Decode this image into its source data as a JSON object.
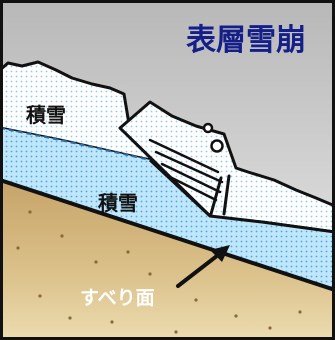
{
  "title": "表層雪崩",
  "labels": {
    "upper_snow": "積雪",
    "lower_snow": "積雪",
    "slip_surface": "すべり面"
  },
  "colors": {
    "title": "#141f8a",
    "sky": "#d0d0d0",
    "upper_snow_fill": "#ffffff",
    "upper_snow_dots": "#8ec8ec",
    "lower_snow_fill": "#bfe6fa",
    "lower_snow_dots": "#4aa8e0",
    "ground": "#c6a468",
    "ground_light": "#e7d2a0",
    "outline": "#111111"
  }
}
